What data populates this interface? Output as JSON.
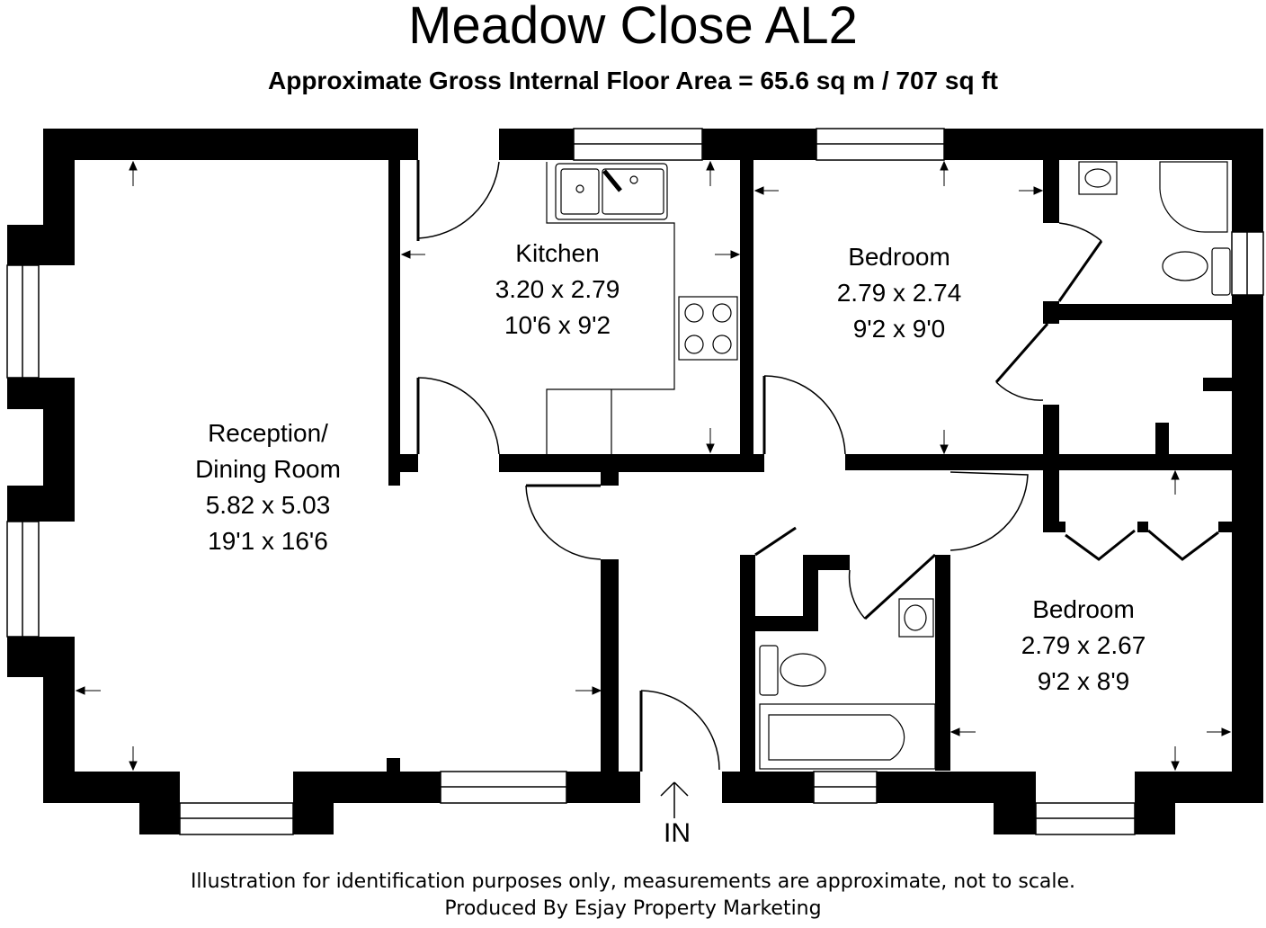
{
  "title": "Meadow Close AL2",
  "area": "Approximate Gross Internal Floor Area = 65.6 sq m / 707 sq ft",
  "rooms": {
    "reception": {
      "name1": "Reception/",
      "name2": "Dining Room",
      "metric": "5.82 x 5.03",
      "imperial": "19'1 x 16'6"
    },
    "kitchen": {
      "name": "Kitchen",
      "metric": "3.20 x 2.79",
      "imperial": "10'6 x 9'2"
    },
    "bedroom1": {
      "name": "Bedroom",
      "metric": "2.79 x 2.74",
      "imperial": "9'2 x 9'0"
    },
    "bedroom2": {
      "name": "Bedroom",
      "metric": "2.79 x 2.67",
      "imperial": "9'2 x 8'9"
    }
  },
  "entrance": "IN",
  "footer": {
    "line1": "Illustration for identification purposes only, measurements are approximate, not to scale.",
    "line2": "Produced By Esjay Property Marketing"
  }
}
